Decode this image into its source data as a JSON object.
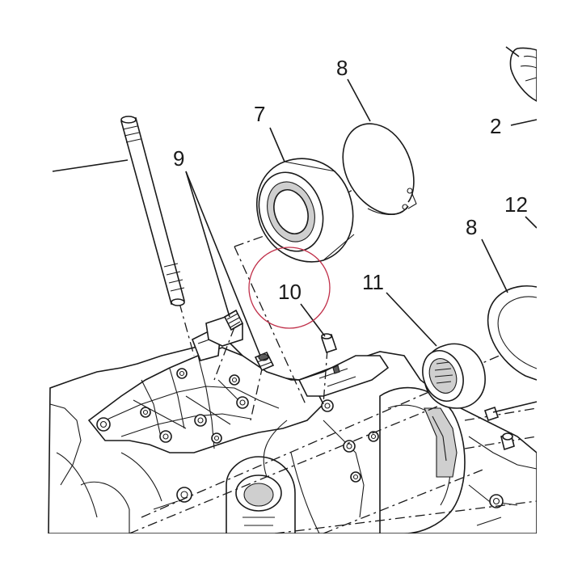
{
  "diagram": {
    "callouts": {
      "c2": "2",
      "c7": "7",
      "c8a": "8",
      "c8b": "8",
      "c9": "9",
      "c10": "10",
      "c11": "11",
      "c12": "12"
    },
    "highlight_color": "#c0304a",
    "line_color": "#1a1a1a"
  }
}
